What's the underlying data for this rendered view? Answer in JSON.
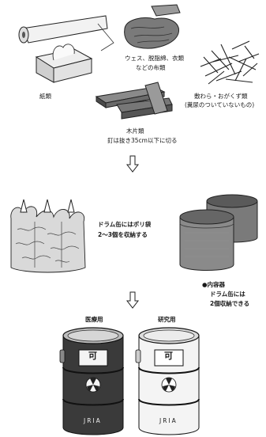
{
  "materials": {
    "paper_label": "紙類",
    "cloth_label_1": "ウェス、脱脂綿、衣類",
    "cloth_label_2": "などの布類",
    "straw_label_1": "敷わら・おがくず類",
    "straw_label_2": "(糞尿のついていないもの)",
    "wood_label_1": "木片類",
    "wood_label_2": "釘は抜き35cm以下に切る"
  },
  "step2": {
    "bags_note_1": "ドラム缶にはポリ袋",
    "bags_note_2": "2〜3個を収納する",
    "bullet": "●",
    "container_title": "内容器",
    "container_note_1": "ドラム缶には",
    "container_note_2": "2個収納できる"
  },
  "drums": {
    "medical_label": "医療用",
    "research_label": "研究用",
    "lid_symbol": "可",
    "logo_text": "JRIA",
    "medical_color": "#3a3a3a",
    "research_color": "#f4f4f4"
  }
}
